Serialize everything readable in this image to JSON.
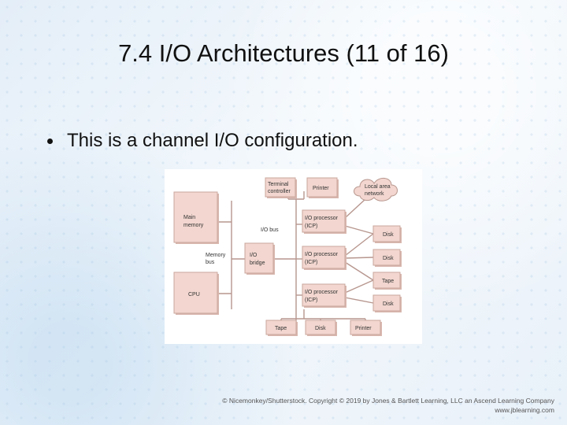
{
  "slide": {
    "title": "7.4 I/O Architectures (11 of 16)",
    "bullet": "This is a channel I/O configuration."
  },
  "diagram": {
    "main_memory": [
      "Main",
      "memory"
    ],
    "cpu": "CPU",
    "memory_bus": [
      "Memory",
      "bus"
    ],
    "io_bridge": [
      "I/O",
      "bridge"
    ],
    "io_bus": "I/O bus",
    "terminal_controller": [
      "Terminal",
      "controller"
    ],
    "printer_top": "Printer",
    "lan": [
      "Local area",
      "network"
    ],
    "iop1": [
      "I/O processor",
      "(ICP)"
    ],
    "iop2": [
      "I/O processor",
      "(ICP)"
    ],
    "iop3": [
      "I/O processor",
      "(ICP)"
    ],
    "disk1": "Disk",
    "disk2": "Disk",
    "tape_right": "Tape",
    "disk3": "Disk",
    "tape_bottom": "Tape",
    "disk_bottom": "Disk",
    "printer_bottom": "Printer"
  },
  "credit": {
    "line1": "© Nicemonkey/Shutterstock. Copyright © 2019 by Jones & Bartlett Learning, LLC an Ascend Learning Company",
    "line2": "www.jblearning.com"
  }
}
